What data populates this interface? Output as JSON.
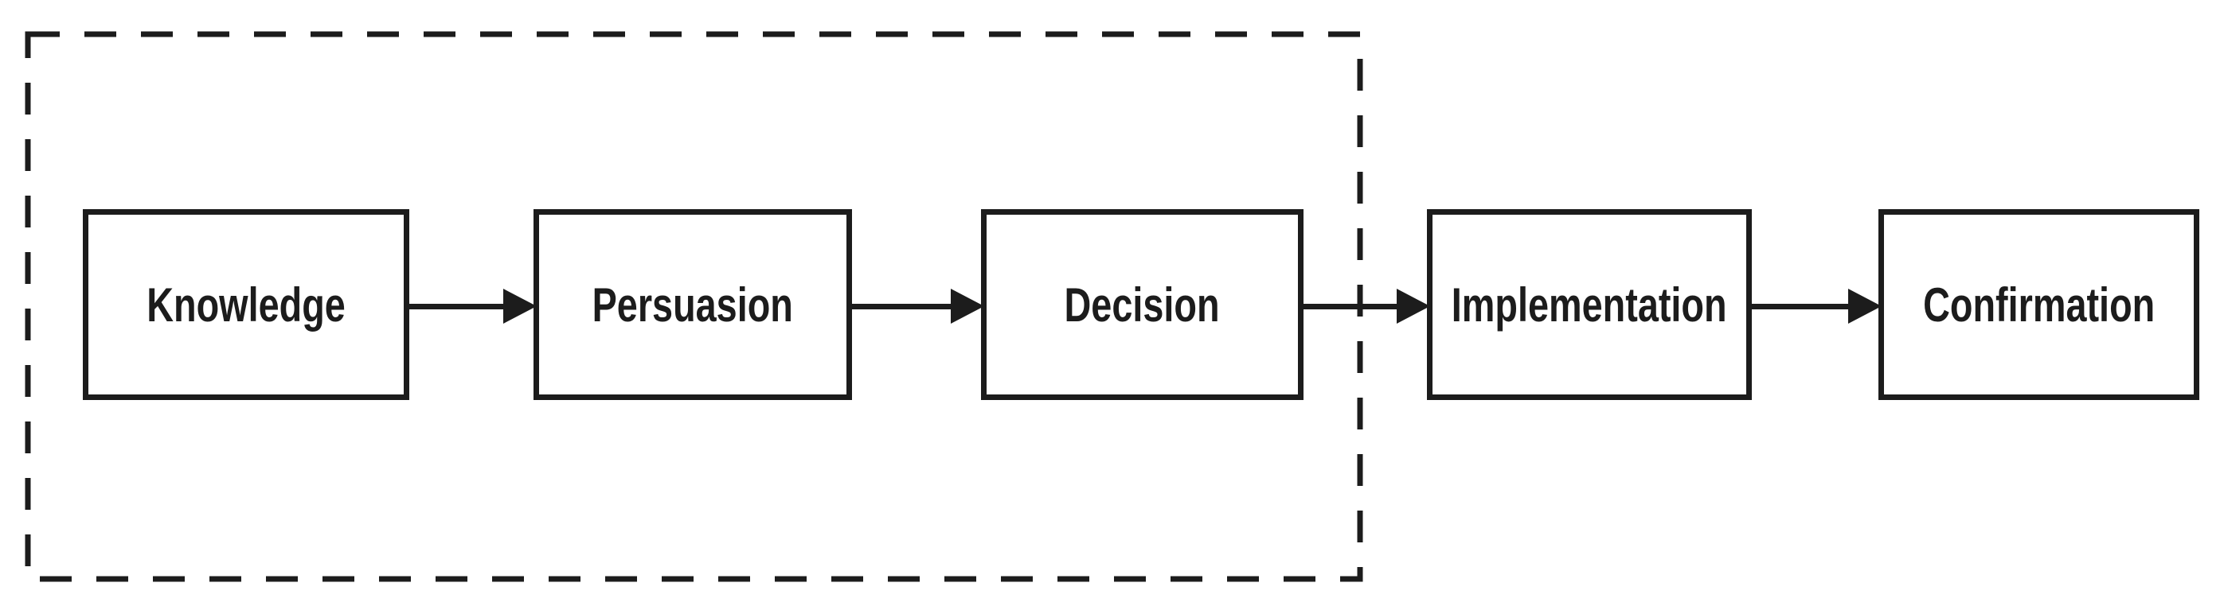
{
  "diagram": {
    "type": "flowchart",
    "description": "Five-stage innovation-decision process flow, left to right, with the first three stages enclosed in a dashed rectangle",
    "stages": [
      {
        "label": "Knowledge"
      },
      {
        "label": "Persuasion"
      },
      {
        "label": "Decision"
      },
      {
        "label": "Implementation"
      },
      {
        "label": "Confirmation"
      }
    ],
    "connections": [
      {
        "from": "Knowledge",
        "to": "Persuasion"
      },
      {
        "from": "Persuasion",
        "to": "Decision"
      },
      {
        "from": "Decision",
        "to": "Implementation"
      },
      {
        "from": "Implementation",
        "to": "Confirmation"
      }
    ],
    "group": {
      "style": "dashed-rectangle",
      "contains": [
        "Knowledge",
        "Persuasion",
        "Decision"
      ]
    },
    "colors": {
      "line": "#1c1c1c",
      "text": "#1c1c1c",
      "background": "#ffffff"
    }
  }
}
